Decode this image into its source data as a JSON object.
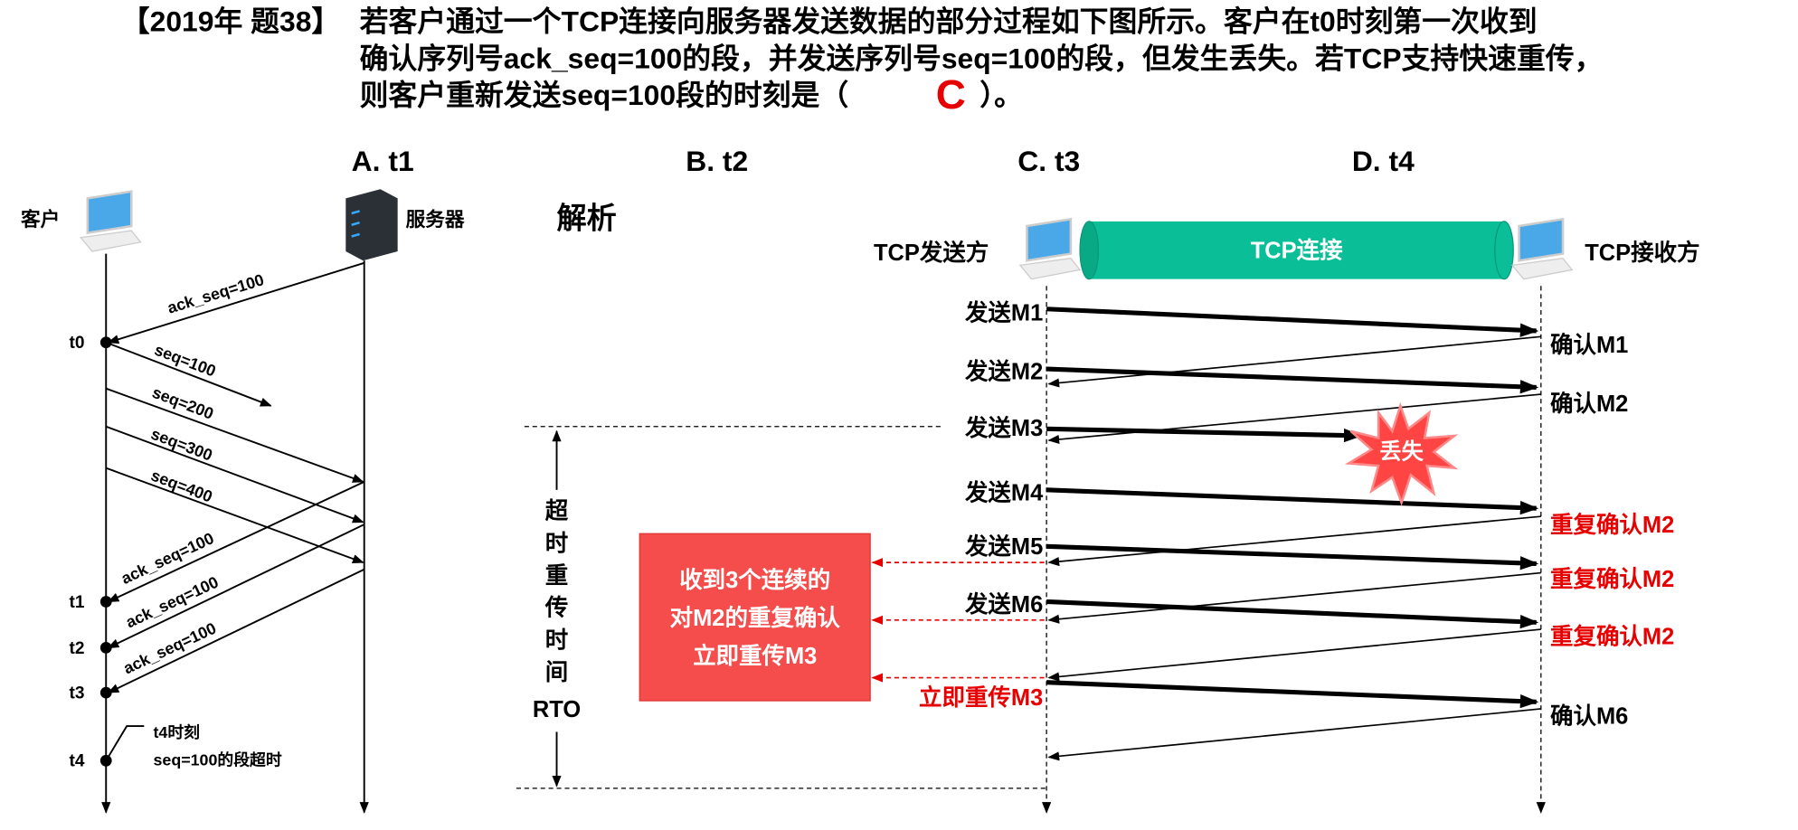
{
  "question": {
    "tag": "【2019年 题38】",
    "lines": [
      "若客户通过一个TCP连接向服务器发送数据的部分过程如下图所示。客户在t0时刻第一次收到",
      "确认序列号ack_seq=100的段，并发送序列号seq=100的段，但发生丢失。若TCP支持快速重传，",
      "则客户重新发送seq=100段的时刻是（"
    ],
    "answer": "C",
    "end": "）。",
    "options": [
      "A. t1",
      "B. t2",
      "C. t3",
      "D. t4"
    ]
  },
  "left": {
    "client": "客户",
    "server": "服务器",
    "times": [
      "t0",
      "t1",
      "t2",
      "t3",
      "t4"
    ],
    "msgs": [
      "ack_seq=100",
      "seq=100",
      "seq=200",
      "seq=300",
      "seq=400",
      "ack_seq=100",
      "ack_seq=100",
      "ack_seq=100"
    ],
    "note1": "t4时刻",
    "note2": "seq=100的段超时"
  },
  "right": {
    "heading": "解析",
    "sender": "TCP发送方",
    "receiver": "TCP接收方",
    "connection": "TCP连接",
    "sends": [
      "发送M1",
      "发送M2",
      "发送M3",
      "发送M4",
      "发送M5",
      "发送M6"
    ],
    "acks": [
      "确认M1",
      "确认M2",
      "重复确认M2",
      "重复确认M2",
      "重复确认M2",
      "确认M6"
    ],
    "lost": "丢失",
    "retransmit": "立即重传M3",
    "box": [
      "收到3个连续的",
      "对M2的重复确认",
      "立即重传M3"
    ],
    "rto": [
      "超",
      "时",
      "重",
      "传",
      "时",
      "间",
      "RTO"
    ],
    "colors": {
      "connection": "#0ABF98",
      "box": "#F54C4C",
      "red": "#E60000"
    }
  }
}
